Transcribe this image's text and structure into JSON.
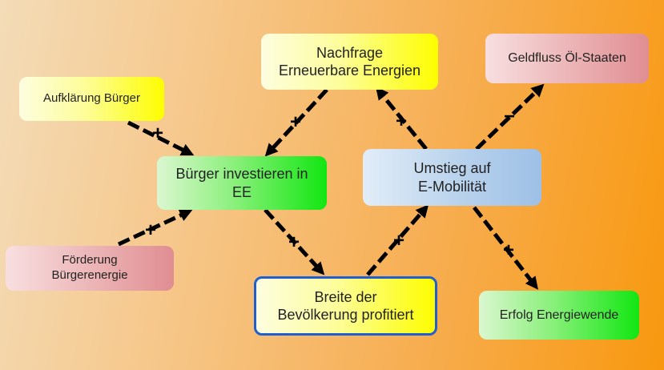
{
  "nodes": {
    "nachfrage": "Nachfrage\nErneuerbare Energien",
    "geldfluss": "Geldfluss Öl-Staaten",
    "aufklaerung": "Aufklärung Bürger",
    "buerger_investieren": "Bürger investieren in\nEE",
    "umstieg": "Umstieg auf\nE-Mobilität",
    "foerderung": "Förderung\nBürgerenergie",
    "breite": "Breite der\nBevölkerung profitiert",
    "erfolg": "Erfolg Energiewende"
  },
  "edges": [
    {
      "from": "aufklaerung",
      "to": "buerger_investieren",
      "sign": "+"
    },
    {
      "from": "foerderung",
      "to": "buerger_investieren",
      "sign": "+"
    },
    {
      "from": "nachfrage",
      "to": "buerger_investieren",
      "sign": "+"
    },
    {
      "from": "buerger_investieren",
      "to": "breite",
      "sign": "+"
    },
    {
      "from": "breite",
      "to": "umstieg",
      "sign": "+"
    },
    {
      "from": "umstieg",
      "to": "nachfrage",
      "sign": "+"
    },
    {
      "from": "umstieg",
      "to": "geldfluss",
      "sign": "−"
    },
    {
      "from": "umstieg",
      "to": "erfolg",
      "sign": "+"
    }
  ],
  "colors": {
    "arrow": "#000000",
    "selected_border": "#1f5fcf"
  }
}
